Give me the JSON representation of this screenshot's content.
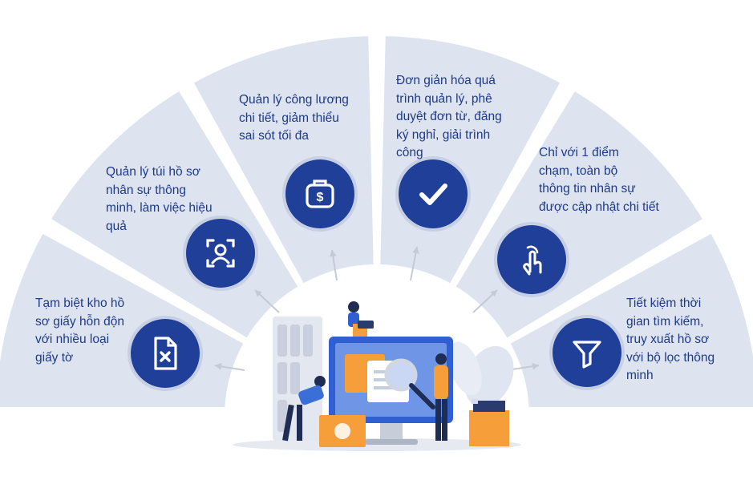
{
  "colors": {
    "segment": "#dde3ef",
    "icon_bg": "#1f3f98",
    "text": "#1e3a8a",
    "arrow": "#c5cad4",
    "accent_orange": "#f59e3a",
    "accent_blue": "#3b6fd8"
  },
  "items": [
    {
      "icon": "file-x-icon",
      "lines": [
        "Tạm biệt kho hồ",
        "sơ giấy hỗn độn",
        "với nhiều loại",
        "giấy tờ"
      ]
    },
    {
      "icon": "user-profile-icon",
      "lines": [
        "Quản lý túi hồ sơ",
        "nhân sự thông",
        "minh, làm việc hiệu",
        "quả"
      ]
    },
    {
      "icon": "money-bag-icon",
      "lines": [
        "Quản lý công lương",
        "chi tiết, giảm thiểu",
        "sai sót tối đa"
      ]
    },
    {
      "icon": "checkmark-icon",
      "lines": [
        "Đơn giản hóa quá",
        "trình quản lý, phê",
        "duyệt đơn từ, đăng",
        "ký nghỉ, giải trình",
        "công"
      ]
    },
    {
      "icon": "hand-touch-icon",
      "lines": [
        "Chỉ với 1 điểm",
        "chạm, toàn bộ",
        "thông tin nhân sự",
        "được cập nhật chi tiết"
      ]
    },
    {
      "icon": "filter-funnel-icon",
      "lines": [
        "Tiết kiệm thời",
        "gian tìm kiếm,",
        "truy xuất hồ sơ",
        "với bộ lọc thông",
        "minh"
      ]
    }
  ]
}
